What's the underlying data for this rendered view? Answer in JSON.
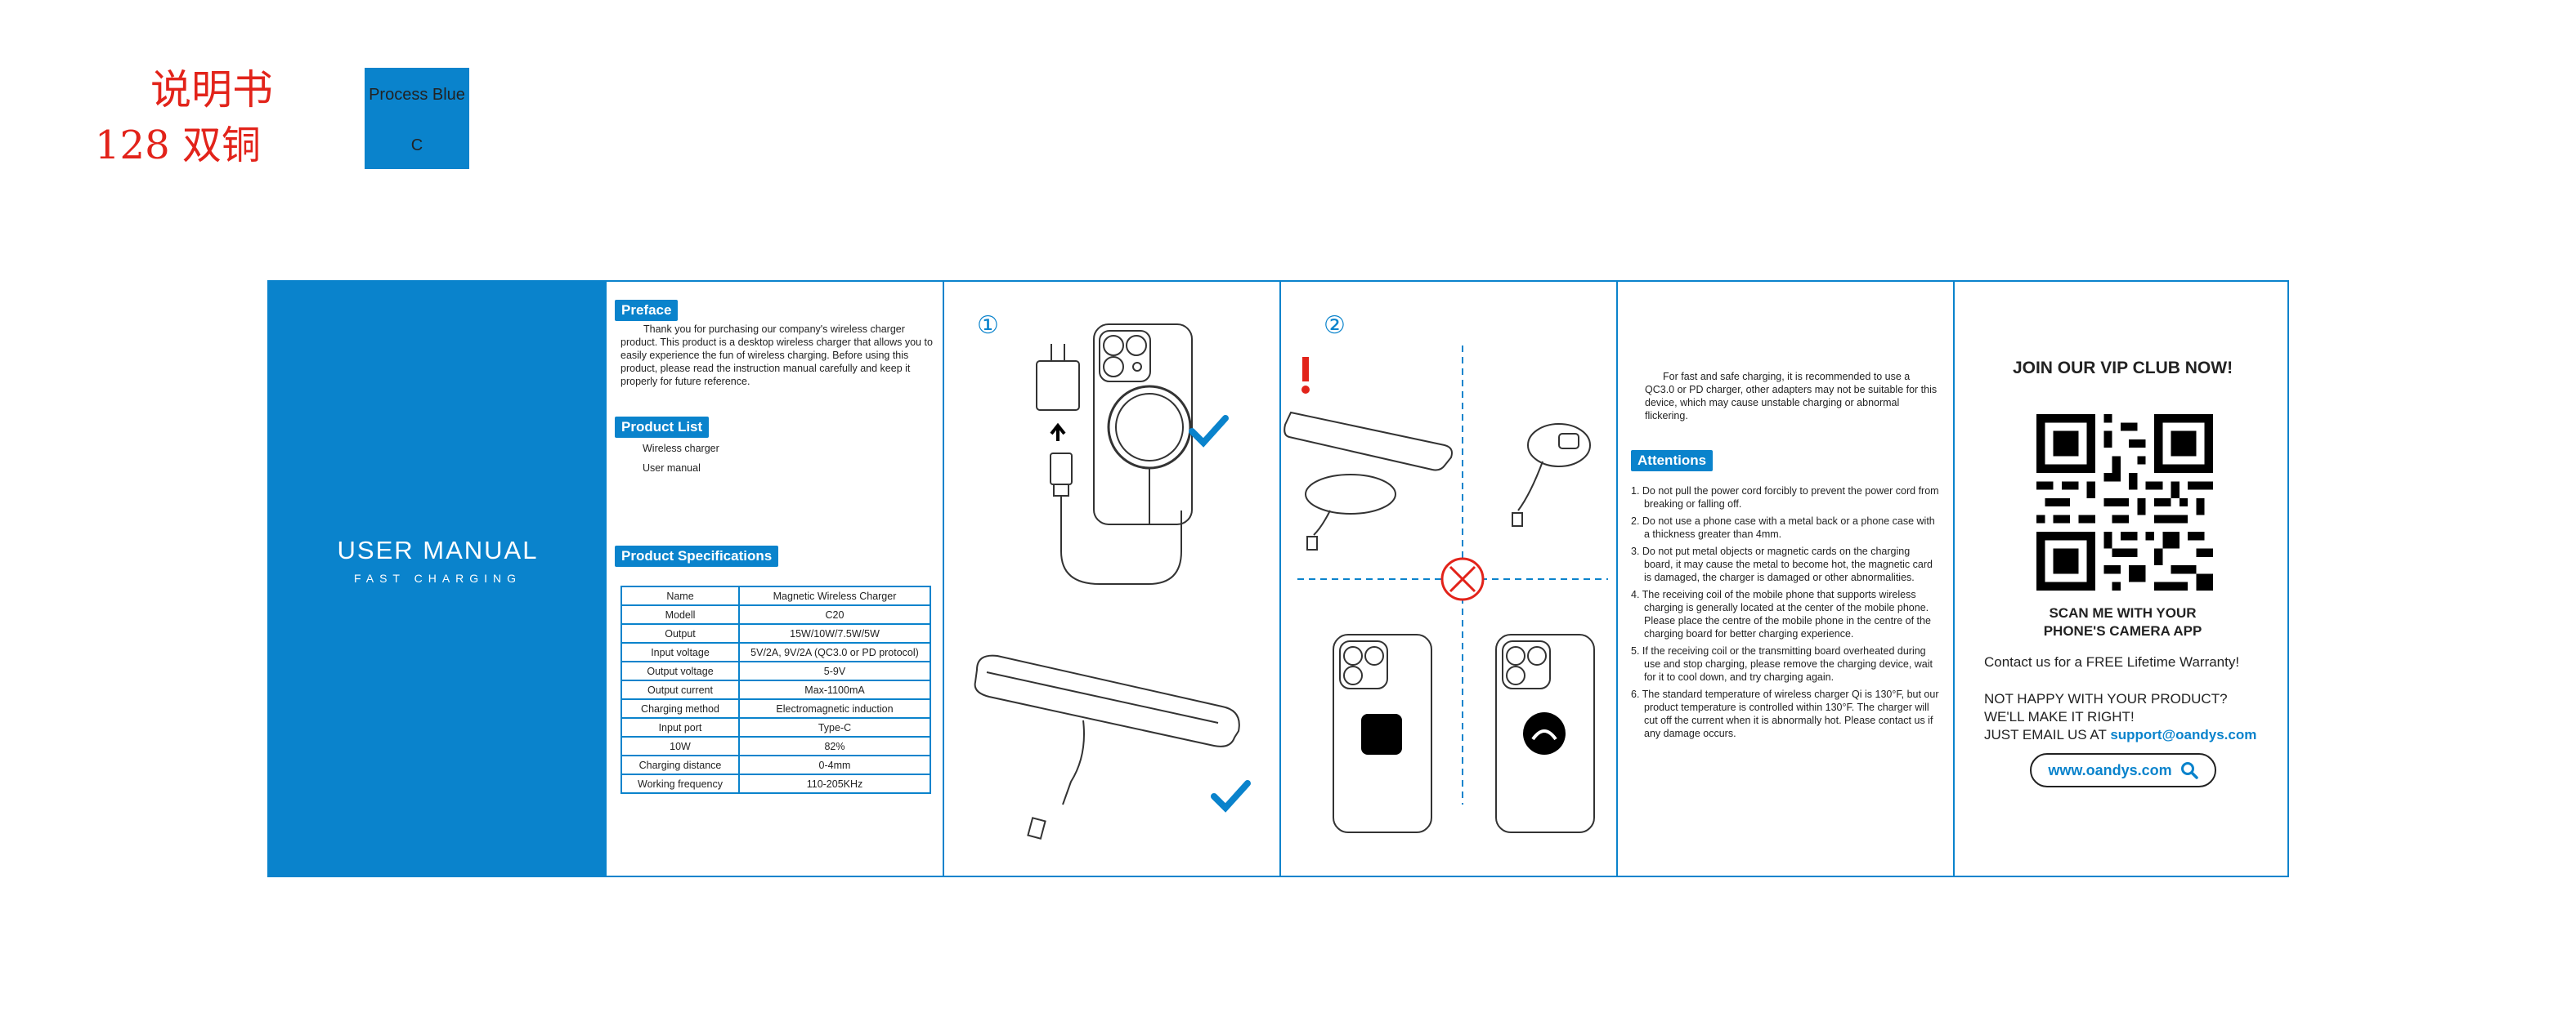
{
  "marks": {
    "cn_title": "说明书",
    "cn_paper": "128 双铜",
    "swatch_line1": "Process Blue",
    "swatch_line2": "C",
    "swatch_color": "#0a83cc"
  },
  "cover": {
    "title": "USER  MANUAL",
    "subtitle": "FAST  CHARGING"
  },
  "preface": {
    "heading": "Preface",
    "body": "Thank you for purchasing our company's wireless charger product. This product is a desktop wireless charger that allows you to easily experience the fun of wireless charging. Before using this product, please read the instruction manual carefully and keep it properly for future reference."
  },
  "product_list": {
    "heading": "Product List",
    "items": [
      "Wireless charger",
      "User manual"
    ]
  },
  "specs": {
    "heading": "Product Specifications",
    "rows": [
      [
        "Name",
        "Magnetic Wireless Charger"
      ],
      [
        "Modell",
        "C20"
      ],
      [
        "Output",
        "15W/10W/7.5W/5W"
      ],
      [
        "Input voltage",
        "5V/2A, 9V/2A (QC3.0 or PD protocol)"
      ],
      [
        "Output voltage",
        "5-9V"
      ],
      [
        "Output current",
        "Max-1100mA"
      ],
      [
        "Charging method",
        "Electromagnetic induction"
      ],
      [
        "Input port",
        "Type-C"
      ],
      [
        "10W",
        "82%"
      ],
      [
        "Charging distance",
        "0-4mm"
      ],
      [
        "Working frequency",
        "110-205KHz"
      ]
    ]
  },
  "steps": {
    "step1": "①",
    "step2": "②"
  },
  "attentions": {
    "intro": "For fast and safe charging, it is recommended to use a QC3.0 or PD charger, other adapters may not be suitable for this device, which may cause unstable charging or abnormal flickering.",
    "heading": "Attentions",
    "items": [
      "1. Do not pull the power cord forcibly to prevent the power cord from breaking or falling off.",
      "2. Do not use a phone case with a metal back or a phone case with a thickness greater than 4mm.",
      "3. Do not put metal objects or magnetic cards on the charging board, it may cause the metal to become hot, the magnetic card is damaged, the charger is damaged or other abnormalities.",
      "4. The receiving coil of the mobile phone that supports wireless charging is generally located at the center of the mobile phone. Please place the centre of the mobile phone in the centre of the charging board for    better charging experience.",
      "5. If the receiving coil or the transmitting board    overheated during use and stop  charging, please remove the charging device, wait for it to cool down, and try charging again.",
      "6. The standard temperature of wireless charger Qi is 130°F, but our product temperature is controlled within 130°F. The charger will cut off the current when it is abnormally hot. Please contact us if any damage occurs."
    ]
  },
  "vip": {
    "title": "JOIN OUR VIP CLUB NOW!",
    "scan_line1": "SCAN ME WITH YOUR",
    "scan_line2": "PHONE'S CAMERA APP",
    "contact": "Contact us for a FREE Lifetime Warranty!",
    "unhappy": "NOT HAPPY WITH YOUR PRODUCT?",
    "make_right": "WE'LL MAKE IT RIGHT!",
    "email_prefix": "JUST EMAIL US AT ",
    "email": "support@oandys.com",
    "website": "www.oandys.com"
  }
}
